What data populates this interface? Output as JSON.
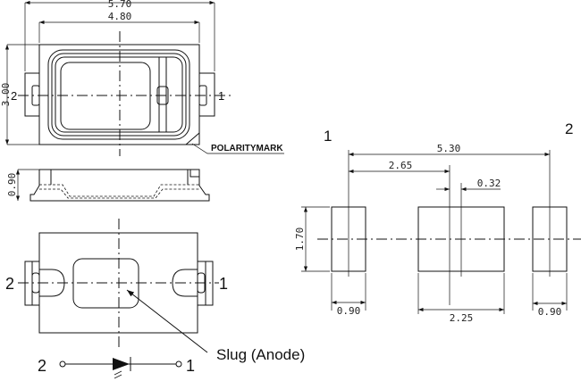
{
  "top_view": {
    "width_overall": "5.70",
    "width_body": "4.80",
    "height": "3.00",
    "pin_left": "2",
    "pin_right": "1",
    "polarity_mark": "POLARITYMARK"
  },
  "side_view": {
    "thickness": "0.90"
  },
  "bottom_view": {
    "pin_left": "2",
    "pin_right": "1",
    "slug_label": "Slug (Anode)"
  },
  "schematic": {
    "pin_left": "2",
    "pin_right": "1"
  },
  "footprint": {
    "pin_left": "1",
    "pin_right": "2",
    "pitch": "5.30",
    "half_pitch": "2.65",
    "offset": "0.32",
    "pad_height": "1.70",
    "pad_left_width": "0.90",
    "slug_width": "2.25",
    "pad_right_width": "0.90"
  }
}
